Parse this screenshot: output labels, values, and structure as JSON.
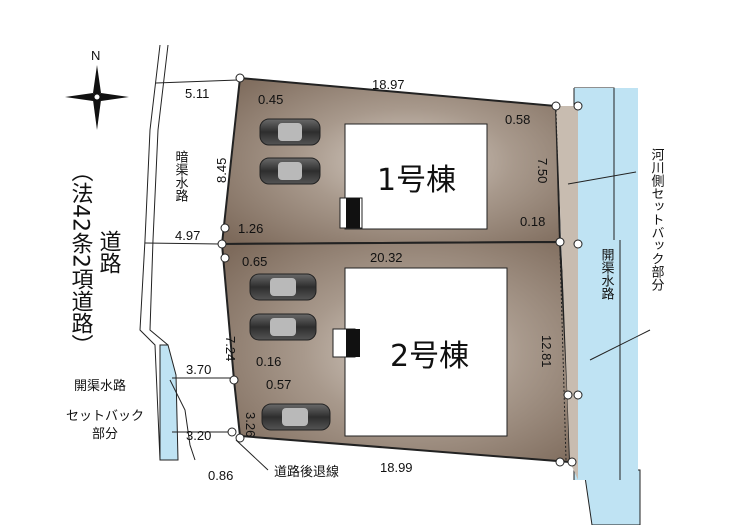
{
  "compass": {
    "north": "N"
  },
  "buildings": {
    "b1": "1号棟",
    "b2": "2号棟"
  },
  "dimensions": {
    "top": "18.97",
    "middle": "20.32",
    "bottom": "18.99",
    "left_upper": "8.45",
    "left_lower": "7.24",
    "left_setback": "3.26",
    "right_upper": "7.50",
    "right_lower": "12.81",
    "offset_511": "5.11",
    "offset_497": "4.97",
    "offset_370": "3.70",
    "offset_320": "3.20",
    "c045": "0.45",
    "c126": "1.26",
    "c065": "0.65",
    "c016": "0.16",
    "c057": "0.57",
    "c086": "0.86",
    "c058": "0.58",
    "c018": "0.18"
  },
  "labels": {
    "road_left": "（法42条2項道路）",
    "road": "道路",
    "culvert": "暗渠水路",
    "open_channel_left": "開渠水路",
    "setback_left_1": "セットバック",
    "setback_left_2": "部分",
    "road_setback_line": "道路後退線",
    "river_setback": "河川側セットバック部分",
    "open_channel_right": "開渠水路"
  },
  "colors": {
    "lot": "#8b7767",
    "lot_light": "#cfc5bb",
    "water": "#bfe3f3",
    "house": "#ffffff",
    "outline": "#222222"
  }
}
